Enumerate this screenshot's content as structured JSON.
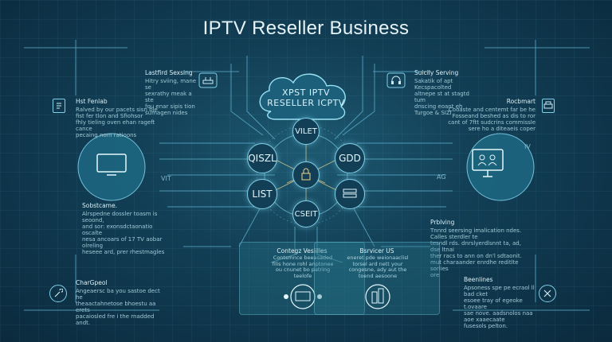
{
  "title": "IPTV Reseller Business",
  "cloud": {
    "line1": "XPST IPTV",
    "line2": "RESELLER ICPTV"
  },
  "nodes": {
    "top": "VILET",
    "left": "QISZL",
    "right": "GDD",
    "bottom_left": "LIST",
    "bottom": "CSEIT"
  },
  "side_labels": {
    "left": "VIT",
    "right": "AG",
    "right_top": "IV"
  },
  "blocks": {
    "top_left": {
      "heading": "Lastfird Sexsing",
      "body": [
        "Hitry sviing, mane se",
        "sexrathy meak a ste",
        "fou enar sipis tion",
        "sumagen nides"
      ]
    },
    "top_right": {
      "heading": "Suicily Serving",
      "body": [
        "Sakatik of apt Kecspacolted",
        "altnepe st at stagtd tum",
        "dnscing eoant eh",
        "Turgoe & SIZI"
      ]
    },
    "left_mid": {
      "heading": "Hst Fenlab",
      "body": [
        "Ralved by our pacets sisn ble",
        "fist fer tlon and Sfiohsor",
        "fhly tieling oven ehan rageft cance",
        "pecaing nom ratioons"
      ]
    },
    "right_mid": {
      "heading": "Rocbmart",
      "body": [
        "Cooaste and centemt far be he",
        "Fosseand beshed as dis to ror",
        "cant of 7ftt sudcrins commissle",
        "sere ho a diteaeis coper"
      ]
    },
    "left_lower": {
      "heading": "Sobstcame.",
      "body": [
        "Alrspedne dossler toasm is seoond,",
        "and sor: exonsdctaonatio oscalte",
        "nesa ancoars of 17 TV aobar olreling",
        "heseee ard, prer rhestmagles"
      ]
    },
    "right_lower": {
      "heading": "Prblving",
      "body": [
        "Tnnrd seersing imalication ndes. Calles sterdler te",
        "tesndl rds. dnrslyerdlsnnt ta, ad, dse ltnai",
        "ther racs to ann on dn'l sdtaonit.",
        "mut charaander enrdhe reditlte sorlies",
        "ore"
      ]
    },
    "bottom_left": {
      "heading": "CharGpeol",
      "body": [
        "Angeaersc ba you sastoe dect he",
        "theaactahnetose bhoestu aa erets",
        "pacaiosled fre i the rnadded andt."
      ]
    },
    "bottom_right": {
      "heading": "Beenlines",
      "body": [
        "Apsoness spe pe ecraol ll bad cket",
        "esoee tray of egeoke t.ovaare",
        "sae nove. aadsnolos naa aoe xaaecaate",
        "fusesols pelton."
      ]
    }
  },
  "panels": {
    "left": {
      "heading": "Contegz Vesiilles",
      "body": [
        "Contsmnce beeasaded",
        "filis hone rohl anptonee",
        "ou cnunet bo patring",
        "teelofe"
      ]
    },
    "right": {
      "heading": "Bsrvicer US",
      "body": [
        "eneret pde weionaaclisl",
        "torsel ard nett your",
        "congesne, ady aut the",
        "toend aesoone"
      ]
    }
  },
  "icons": {
    "top_left_icon": "router-icon",
    "top_right_icon": "headset-icon",
    "left_top_icon": "document-icon",
    "right_top_icon": "printer-icon",
    "left_circle_icon": "monitor-icon",
    "right_circle_icon": "desktop-users-icon",
    "center_icon": "lock-icon",
    "right_node_icon": "server-icon",
    "bottom_left_icon": "wrench-icon",
    "bottom_right_icon": "tools-icon",
    "panel_left_icon": "devices-icon",
    "panel_right_icon": "city-icon"
  },
  "colors": {
    "background": "#123f56",
    "accent": "#7fd0e8",
    "title": "#e6f4f8"
  }
}
